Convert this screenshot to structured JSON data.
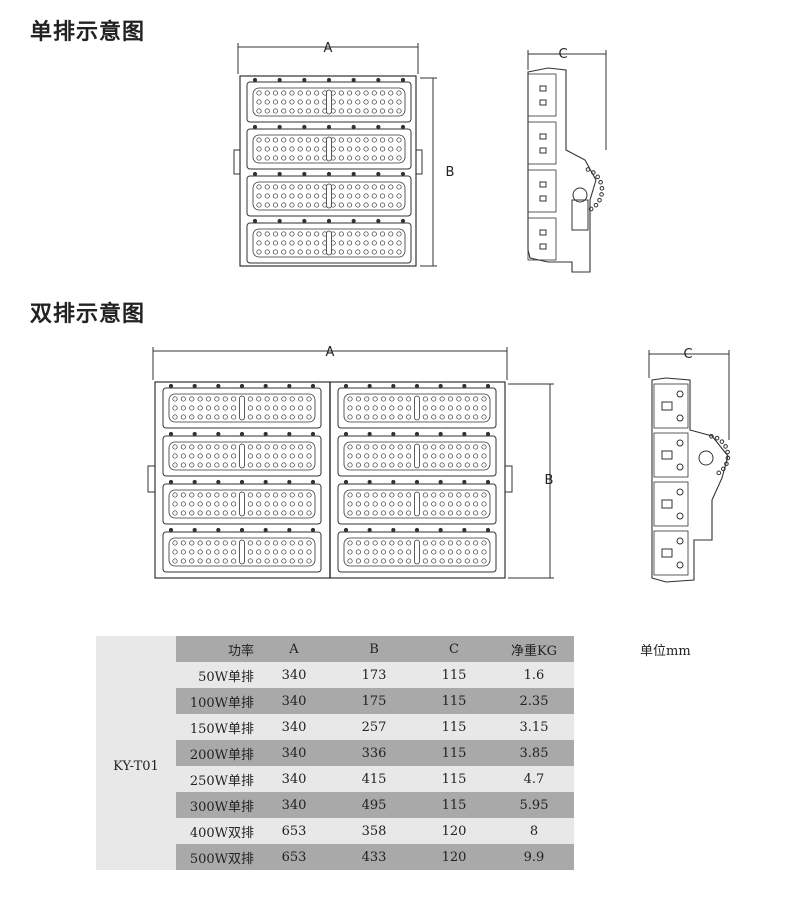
{
  "section1_title": "单排示意图",
  "section2_title": "双排示意图",
  "dims": {
    "a": "A",
    "b": "B",
    "c": "C"
  },
  "unit_label": "单位mm",
  "table": {
    "model": "KY-T01",
    "headers": [
      "功率",
      "A",
      "B",
      "C",
      "净重KG"
    ],
    "rows": [
      [
        "50W单排",
        "340",
        "173",
        "115",
        "1.6"
      ],
      [
        "100W单排",
        "340",
        "175",
        "115",
        "2.35"
      ],
      [
        "150W单排",
        "340",
        "257",
        "115",
        "3.15"
      ],
      [
        "200W单排",
        "340",
        "336",
        "115",
        "3.85"
      ],
      [
        "250W单排",
        "340",
        "415",
        "115",
        "4.7"
      ],
      [
        "300W单排",
        "340",
        "495",
        "115",
        "5.95"
      ],
      [
        "400W双排",
        "653",
        "358",
        "120",
        "8"
      ],
      [
        "500W双排",
        "653",
        "433",
        "120",
        "9.9"
      ]
    ]
  }
}
